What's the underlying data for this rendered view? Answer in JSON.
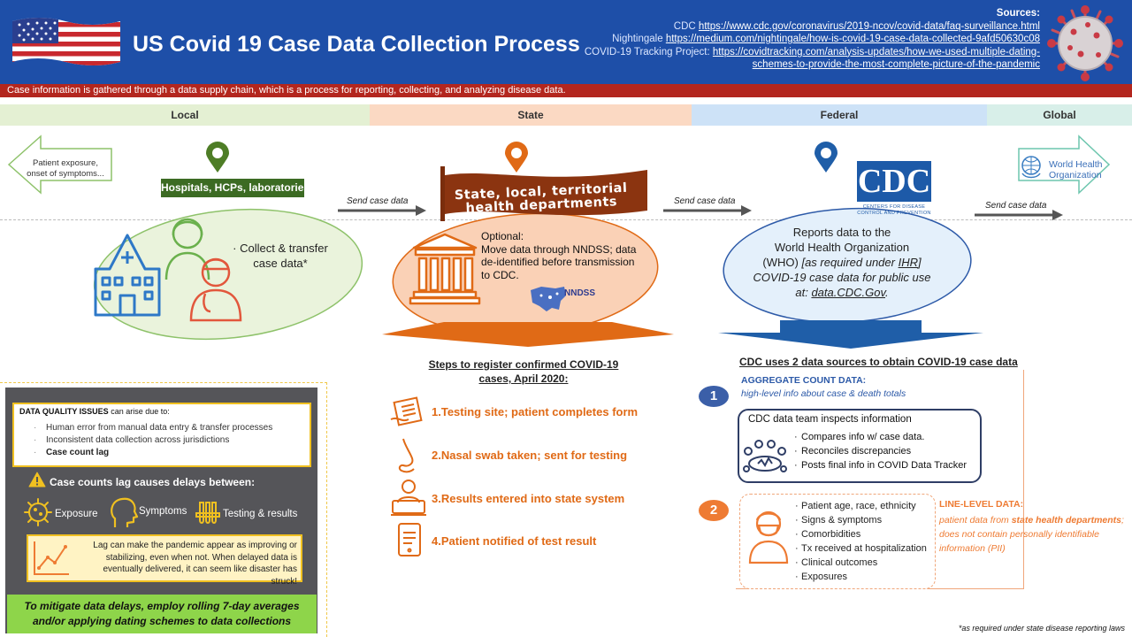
{
  "header": {
    "title": "US Covid 19 Case Data Collection Process",
    "sources_heading": "Sources:",
    "sources": [
      {
        "prefix": "CDC",
        "link": "https://www.cdc.gov/coronavirus/2019-ncov/covid-data/faq-surveillance.html"
      },
      {
        "prefix": "Nightingale",
        "link": "https://medium.com/nightingale/how-is-covid-19-case-data-collected-9afd50630c08"
      },
      {
        "prefix": "COVID-19 Tracking Project:",
        "link": "https://covidtracking.com/analysis-updates/how-we-used-multiple-dating-",
        "link_cont": "schemes-to-provide-the-most-complete-picture-of-the-pandemic"
      }
    ],
    "intro": "Case information is gathered through a data supply chain, which is a process for reporting, collecting, and analyzing disease data."
  },
  "stages": [
    "Local",
    "State",
    "Federal",
    "Global"
  ],
  "flow": {
    "patient_exposure": [
      "Patient exposure,",
      "onset of symptoms..."
    ],
    "hospitals_label": "Hospitals, HCPs, laboratories",
    "collect_text": [
      "· Collect & transfer",
      "case data*"
    ],
    "send_case_data": "Send case data",
    "state_banner": [
      "State, local, territorial",
      "health departments"
    ],
    "optional_title": "Optional:",
    "optional_text": [
      "Move data through NNDSS; data",
      "de-identified before transmission",
      "to CDC."
    ],
    "nndss_label": "NNDSS",
    "cdc_logo": "CDC",
    "cdc_logo_sub": [
      "CENTERS FOR DISEASE",
      "CONTROL AND PREVENTION"
    ],
    "federal_text": {
      "line1": "Reports data to the",
      "line2": "World Health Organization",
      "line3_a": "(WHO) ",
      "line3_b": "[as required under ",
      "line3_c": "IHR",
      "line3_d": "]",
      "line4": "COVID-19 case data for public use",
      "line5_a": "at: ",
      "line5_b": "data.CDC.Gov",
      "line5_c": "."
    },
    "who_label": [
      "World Health",
      "Organization"
    ]
  },
  "steps": {
    "title": [
      "Steps to register confirmed COVID-19",
      "cases, April 2020:"
    ],
    "items": [
      "1.Testing site; patient completes form",
      "2.Nasal swab taken; sent for testing",
      "3.Results entered into state system",
      "4.Patient notified of test result"
    ]
  },
  "data_quality": {
    "heading": "DATA QUALITY ISSUES",
    "heading_rest": " can arise due to:",
    "items": [
      "Human error from manual data entry & transfer processes",
      "Inconsistent data collection across jurisdictions",
      "Case count lag"
    ],
    "lag_title": "Case counts lag causes delays between:",
    "lag_items": [
      "Exposure",
      "Symptoms",
      "Testing & results"
    ],
    "lag_text": "Lag can make the pandemic appear as improving or stabilizing, even when not. When delayed data is eventually delivered, it can seem like disaster has struck!",
    "mitigate": [
      "To mitigate data delays, employ rolling 7-day averages",
      "and/or applying dating schemes to data collections"
    ]
  },
  "cdc_sources": {
    "title": "CDC uses 2 data sources to obtain COVID-19 case data",
    "num1": "1",
    "num2": "2",
    "aggregate_title": "AGGREGATE COUNT DATA:",
    "aggregate_sub": "high-level info about case & death totals",
    "inspect_title": "CDC data team inspects information",
    "inspect_items": [
      "Compares info w/ case data.",
      "Reconciles discrepancies",
      "Posts final info in COVID Data Tracker"
    ],
    "line_items": [
      "Patient age, race, ethnicity",
      "Signs & symptoms",
      "Comorbidities",
      "Tx received at hospitalization",
      "Clinical outcomes",
      "Exposures"
    ],
    "line_title": "LINE-LEVEL DATA:",
    "line_desc_a": "patient data from ",
    "line_desc_b": "state health departments",
    "line_desc_c": "; does not contain personally identifiable information (PII)"
  },
  "footnote": "*as required under state disease reporting laws",
  "colors": {
    "header_blue": "#1e4fa8",
    "red_bar": "#b3261e",
    "local_green": "#4e7d26",
    "state_orange": "#e06a16",
    "federal_blue": "#1f5ea8",
    "banner_brown": "#8b3410",
    "mitigate_green": "#8ed54a",
    "warning_yellow": "#f0c020"
  },
  "icons": [
    "us-flag-icon",
    "virus-icon",
    "location-pin-icon",
    "hospital-icon",
    "healthcare-worker-icon",
    "capitol-building-icon",
    "us-map-icon",
    "cdc-logo",
    "who-logo",
    "form-icon",
    "nose-swab-icon",
    "computer-user-icon",
    "phone-result-icon",
    "warning-icon",
    "chart-line-icon",
    "team-meeting-icon",
    "patient-mask-icon"
  ]
}
